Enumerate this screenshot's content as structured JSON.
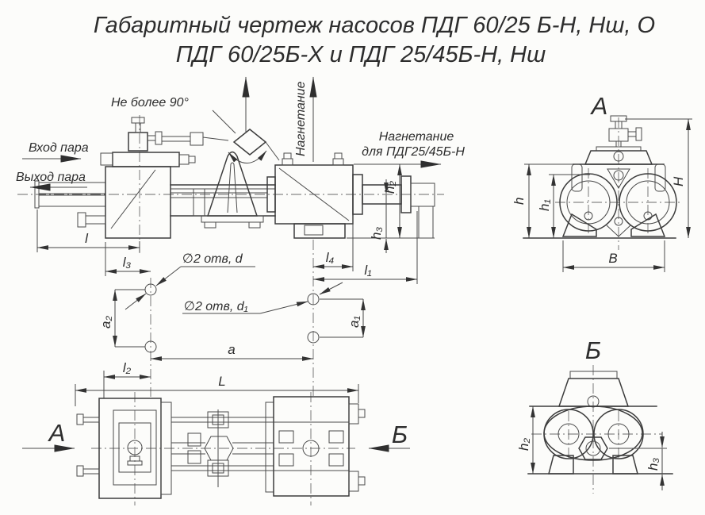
{
  "colors": {
    "background": "#fcfcfa",
    "line": "#3c3c3c",
    "text": "#2d2d2d"
  },
  "title": {
    "line1": "Габаритный чертеж насосов ПДГ 60/25 Б-Н, Нш, О",
    "line2": "ПДГ 60/25Б-Х и ПДГ 25/45Б-Н, Нш"
  },
  "main_view": {
    "annotations": {
      "max_angle": "Не более 90°",
      "steam_inlet": "Вход пара",
      "steam_outlet": "Выход пара",
      "discharge": "Нагнетание",
      "discharge_alt_line1": "Нагнетание",
      "discharge_alt_line2": "для ПДГ25/45Б-Н",
      "holes_d": "∅2 отв, d",
      "holes_d1": "∅2 отв, d₁"
    },
    "dimensions": {
      "l": "l",
      "l1": "l₁",
      "l2": "l₂",
      "l3": "l₃",
      "l4": "l₄",
      "L": "L",
      "a": "a",
      "a1": "a₁",
      "a2": "a₂",
      "h2": "h₂",
      "h3": "h₃"
    }
  },
  "plan_view": {
    "section_a": "А",
    "section_b": "Б"
  },
  "view_a": {
    "label": "А",
    "dimensions": {
      "h": "h",
      "h1": "h₁",
      "H": "H",
      "B": "В"
    }
  },
  "view_b": {
    "label": "Б",
    "dimensions": {
      "h2": "h₂",
      "h3": "h₃"
    }
  }
}
